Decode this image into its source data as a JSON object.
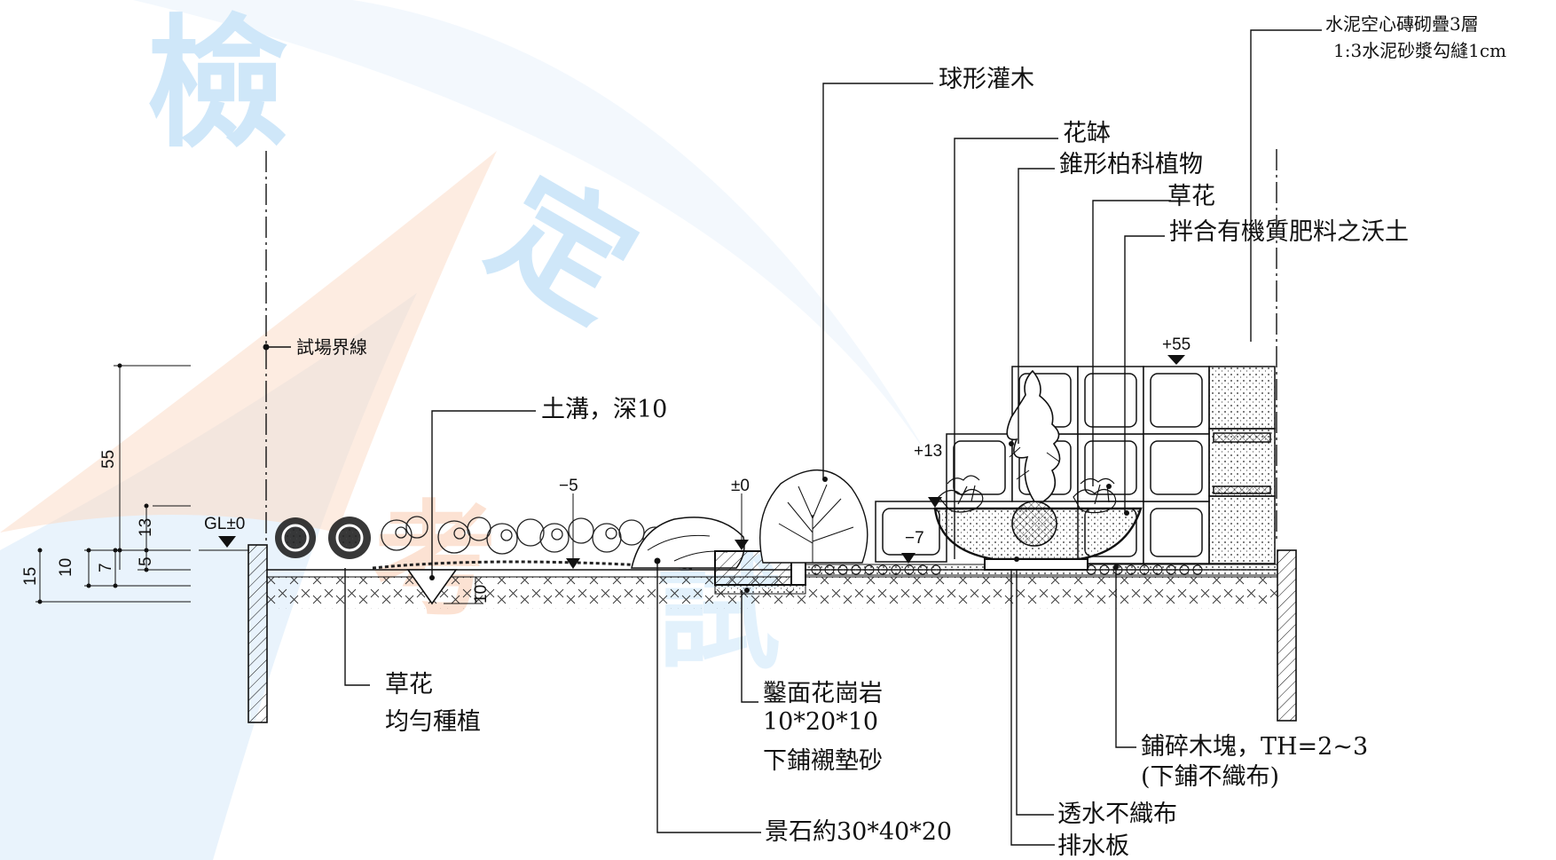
{
  "watermark": {
    "chars": [
      "檢",
      "定",
      "考",
      "試"
    ],
    "colors": {
      "blue": "#c7e3f8",
      "orange": "#f9c7a8"
    }
  },
  "labels": {
    "brick_wall_line1": "水泥空心磚砌疊3層",
    "brick_wall_line2": "1:3水泥砂漿勾縫1cm",
    "shrub": "球形灌木",
    "planter": "花缽",
    "conifer": "錐形柏科植物",
    "flowers_top": "草花",
    "soil": "拌合有機質肥料之沃土",
    "site_line": "試場界線",
    "ditch": "土溝，深10",
    "flowers_bottom_line1": "草花",
    "flowers_bottom_line2": "均勻種植",
    "granite_line1": "鑿面花崗岩",
    "granite_line2": "10*20*10",
    "granite_line3": "下鋪襯墊砂",
    "rock": "景石約30*40*20",
    "woodchips_line1": "鋪碎木塊，TH=2~3",
    "woodchips_line2": "(下鋪不織布)",
    "geotextile": "透水不織布",
    "drain_board": "排水板"
  },
  "elevations": {
    "gl": "GL±0",
    "ditch_level": "−5",
    "granite_level": "±0",
    "planter_top": "+13",
    "wall_top": "+55",
    "wood_level": "−7"
  },
  "dimensions": {
    "d55": "55",
    "d13": "13",
    "d5": "5",
    "d7": "7",
    "d10": "10",
    "d15": "15",
    "ditch_depth": "10"
  }
}
